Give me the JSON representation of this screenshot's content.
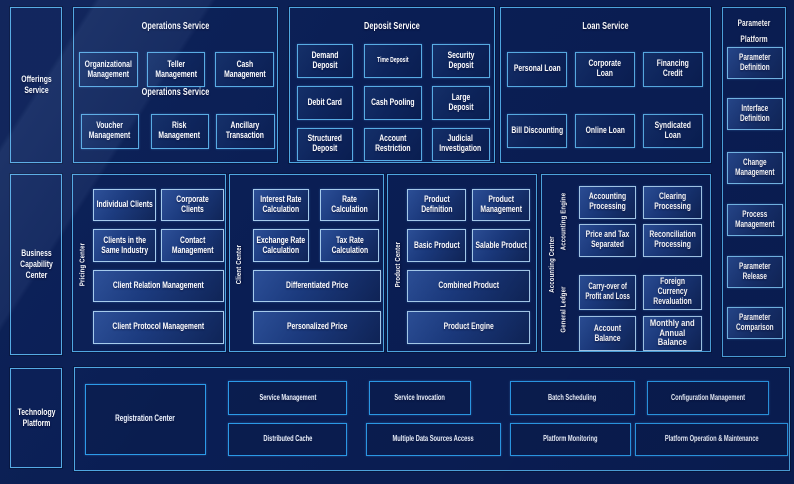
{
  "colors": {
    "background": "#0a1f55",
    "group_border": "#4fa7e1",
    "top_box_border": "#58ace4",
    "mid_box_border": "#a6cbec",
    "param_box_border": "#77bbeb",
    "bottom_box_border": "#2b9be9",
    "box_fill_dark": "#0a1d4f",
    "box_fill_light": "#2c4f97",
    "text": "#ffffff"
  },
  "rails": {
    "offerings": "Offerings Service",
    "business": "Business Capability Center",
    "technology": "Technology Platform"
  },
  "ops": {
    "title": "Operations Service",
    "mid_label": "Operations Service",
    "items": [
      "Organizational Management",
      "Teller Management",
      "Cash Management",
      "Voucher Management",
      "Risk Management",
      "Ancillary Transaction"
    ]
  },
  "deposit": {
    "title": "Deposit Service",
    "items": [
      "Demand Deposit",
      "Time Deposit",
      "Security Deposit",
      "Debit Card",
      "Cash Pooling",
      "Large Deposit",
      "Structured Deposit",
      "Account Restriction",
      "Judicial Investigation"
    ]
  },
  "loan": {
    "title": "Loan Service",
    "items": [
      "Personal Loan",
      "Corporate Loan",
      "Financing Credit",
      "Bill Discounting",
      "Online Loan",
      "Syndicated Loan"
    ]
  },
  "param": {
    "title": "Parameter Platform",
    "items": [
      "Parameter Definition",
      "Interface Definition",
      "Change Management",
      "Process Management",
      "Parameter Release",
      "Parameter Comparison"
    ]
  },
  "pricing": {
    "label": "Pricing Center",
    "items": [
      "Individual Clients",
      "Corporate Clients",
      "Clients in the Same Industry",
      "Contact Management"
    ],
    "wide": [
      "Client Relation Management",
      "Client Protocol Management"
    ]
  },
  "client": {
    "label": "Client Center",
    "items": [
      "Interest Rate Calculation",
      "Rate Calculation",
      "Exchange Rate Calculation",
      "Tax Rate Calculation"
    ],
    "wide": [
      "Differentiated Price",
      "Personalized Price"
    ]
  },
  "product": {
    "label": "Product Center",
    "items": [
      "Product Definition",
      "Product Management",
      "Basic Product",
      "Salable Product"
    ],
    "wide": [
      "Combined Product",
      "Product Engine"
    ]
  },
  "accounting": {
    "label": "Accounting Center",
    "engine_label": "Accounting Engine",
    "ledger_label": "General Ledger",
    "engine_items": [
      "Accounting Processing",
      "Clearing Processing",
      "Price and Tax Separated",
      "Reconciliation Processing"
    ],
    "ledger_items": [
      "Carry-over of Profit and Loss",
      "Foreign Currency Revaluation",
      "Account Balance",
      "Monthly and Annual Balance"
    ]
  },
  "tech": {
    "registration": "Registration Center",
    "items": [
      "Service Management",
      "Service Invocation",
      "Batch Scheduling",
      "Configuration Management",
      "Distributed Cache",
      "Multiple Data Sources Access",
      "Platform Monitoring",
      "Platform Operation & Maintenance"
    ]
  }
}
